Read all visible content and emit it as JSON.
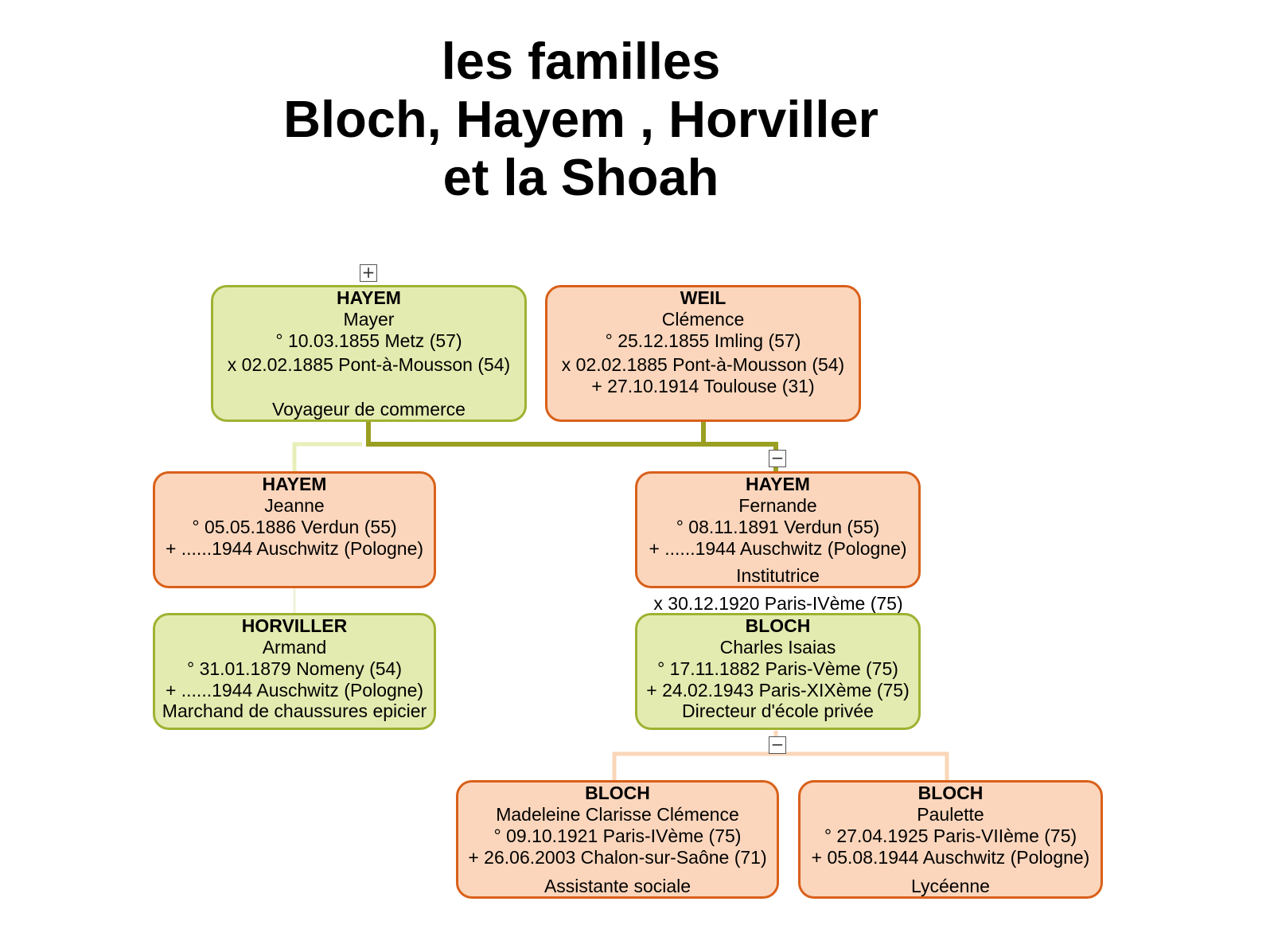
{
  "title": {
    "line1": "les familles",
    "line2": "Bloch, Hayem , Horviller",
    "line3": "et la Shoah"
  },
  "colors": {
    "female_fill": "#fbd6bc",
    "female_border": "#d9601a",
    "male_fill": "#e4ebb0",
    "male_border": "#9fb232",
    "link_dark": "#9a9f22",
    "link_light_green": "#e8eeb8",
    "link_light_orange": "#fad6b8"
  },
  "toggles": {
    "expand": "+",
    "collapse": "−"
  },
  "people": {
    "mayer": {
      "surname": "HAYEM",
      "given": "Mayer",
      "birth": "° 10.03.1855 Metz (57)",
      "marriage": "x 02.02.1885 Pont-à-Mousson (54)",
      "occupation": "Voyageur de commerce"
    },
    "clemence": {
      "surname": "WEIL",
      "given": "Clémence",
      "birth": "° 25.12.1855 Imling (57)",
      "marriage": "x 02.02.1885 Pont-à-Mousson (54)",
      "death": "+ 27.10.1914 Toulouse (31)"
    },
    "jeanne": {
      "surname": "HAYEM",
      "given": "Jeanne",
      "birth": "° 05.05.1886 Verdun (55)",
      "death": "+ ......1944 Auschwitz (Pologne)"
    },
    "fernande": {
      "surname": "HAYEM",
      "given": "Fernande",
      "birth": "° 08.11.1891 Verdun (55)",
      "death": "+ ......1944 Auschwitz (Pologne)",
      "occupation": "Institutrice"
    },
    "armand": {
      "surname": "HORVILLER",
      "given": "Armand",
      "birth": "° 31.01.1879 Nomeny (54)",
      "death": "+ ......1944 Auschwitz (Pologne)",
      "occupation": "Marchand de chaussures epicier"
    },
    "charles": {
      "surname": "BLOCH",
      "given": "Charles Isaias",
      "birth": "° 17.11.1882 Paris-Vème (75)",
      "death": "+ 24.02.1943 Paris-XIXème (75)",
      "occupation": "Directeur d'école privée"
    },
    "madeleine": {
      "surname": "BLOCH",
      "given": "Madeleine Clarisse Clémence",
      "birth": "° 09.10.1921 Paris-IVème (75)",
      "death": "+ 26.06.2003 Chalon-sur-Saône (71)",
      "occupation": "Assistante sociale"
    },
    "paulette": {
      "surname": "BLOCH",
      "given": "Paulette",
      "birth": "° 27.04.1925 Paris-VIIème (75)",
      "death": "+ 05.08.1944 Auschwitz (Pologne)",
      "occupation": "Lycéenne"
    }
  },
  "fernande_charles_marriage": "x 30.12.1920 Paris-IVème (75)"
}
